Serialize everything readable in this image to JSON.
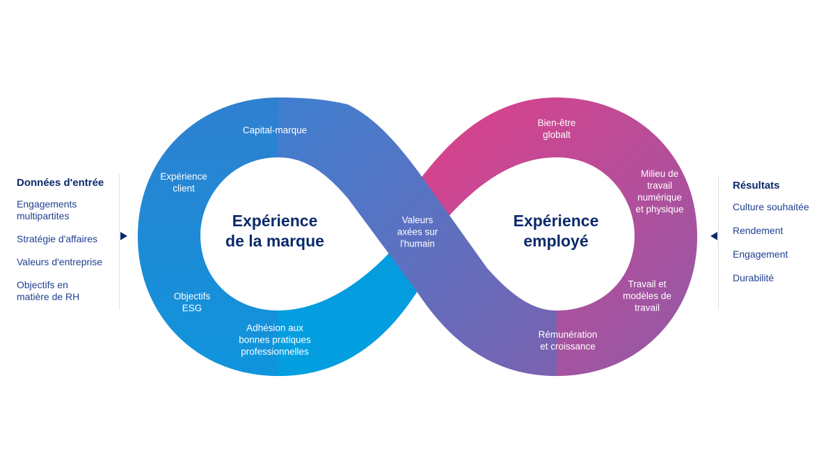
{
  "inputs": {
    "title": "Données d'entrée",
    "items": [
      "Engagements\nmultipartites",
      "Stratégie d'affaires",
      "Valeurs d'entreprise",
      "Objectifs en\nmatière de RH"
    ]
  },
  "outputs": {
    "title": "Résultats",
    "items": [
      "Culture souhaitée",
      "Rendement",
      "Engagement",
      "Durabilité"
    ]
  },
  "loop_left": {
    "center": "Expérience\nde  la marque",
    "labels": [
      "Capital-marque",
      "Expérience\nclient",
      "Objectifs\nESG",
      "Adhésion aux\nbonnes pratiques\nprofessionnelles"
    ]
  },
  "loop_right": {
    "center": "Expérience\nemployé",
    "labels": [
      "Bien-être\nglobalt",
      "Milieu de\ntravail\nnumérique\net physique",
      "Travail et\nmodèles de\ntravail",
      "Rémunération\net croissance"
    ]
  },
  "crossing_label": "Valeurs\naxées sur\nl'humain",
  "colors": {
    "blue": "#1e8ad6",
    "cyan": "#00a0e0",
    "pink": "#e43c8c",
    "purple": "#8a5cae",
    "navy": "#0b2a6b"
  }
}
